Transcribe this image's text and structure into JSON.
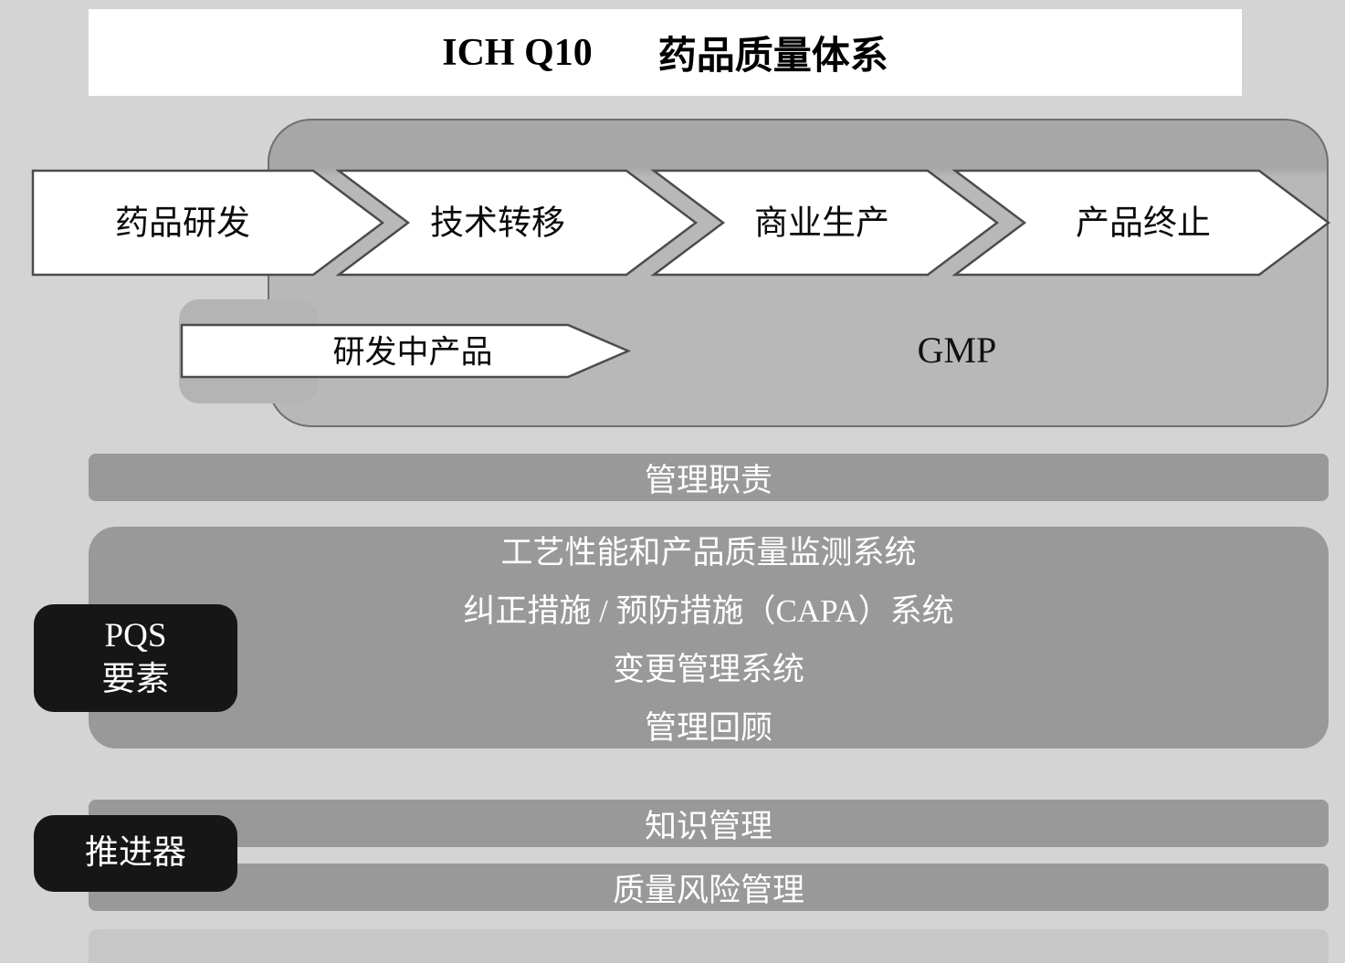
{
  "title": {
    "en": "ICH Q10",
    "zh": "药品质量体系"
  },
  "lifecycle": {
    "stages": [
      {
        "label": "药品研发"
      },
      {
        "label": "技术转移"
      },
      {
        "label": "商业生产"
      },
      {
        "label": "产品终止"
      }
    ],
    "investigational": {
      "label": "研发中产品"
    },
    "gmp_label": "GMP"
  },
  "management_bar": {
    "label": "管理职责"
  },
  "pqs": {
    "side_label_line1": "PQS",
    "side_label_line2": "要素",
    "elements": [
      "工艺性能和产品质量监测系统",
      "纠正措施 / 预防措施（CAPA）系统",
      "变更管理系统",
      "管理回顾"
    ]
  },
  "enablers": {
    "side_label": "推进器",
    "items": [
      "知识管理",
      "质量风险管理"
    ]
  },
  "colors": {
    "page_bg": "#d4d4d4",
    "panel_gray": "#b8b8b8",
    "panel_gray_dark": "#a7a7a7",
    "bar_gray": "#999999",
    "label_black": "#161616",
    "arrow_fill": "#ffffff",
    "arrow_stroke": "#4c4c4c",
    "text_dark": "#0a0a0a",
    "text_light": "#ffffff"
  }
}
